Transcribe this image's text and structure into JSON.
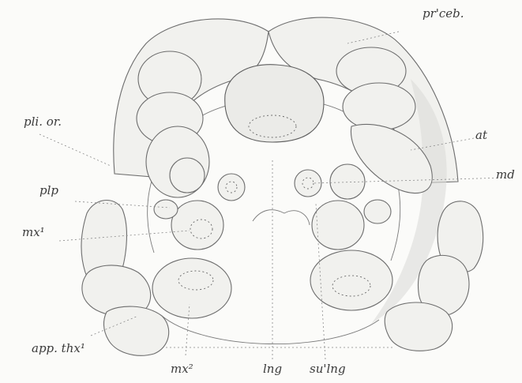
{
  "labels": {
    "pr_ceb": "pr'ceb.",
    "pli_or": "pli. or.",
    "at": "at",
    "md": "md",
    "plp": "plp",
    "mx1": "mx¹",
    "app_thx1": "app. thx¹",
    "mx2": "mx²",
    "lng": "lng",
    "su_lng": "su'lng"
  }
}
